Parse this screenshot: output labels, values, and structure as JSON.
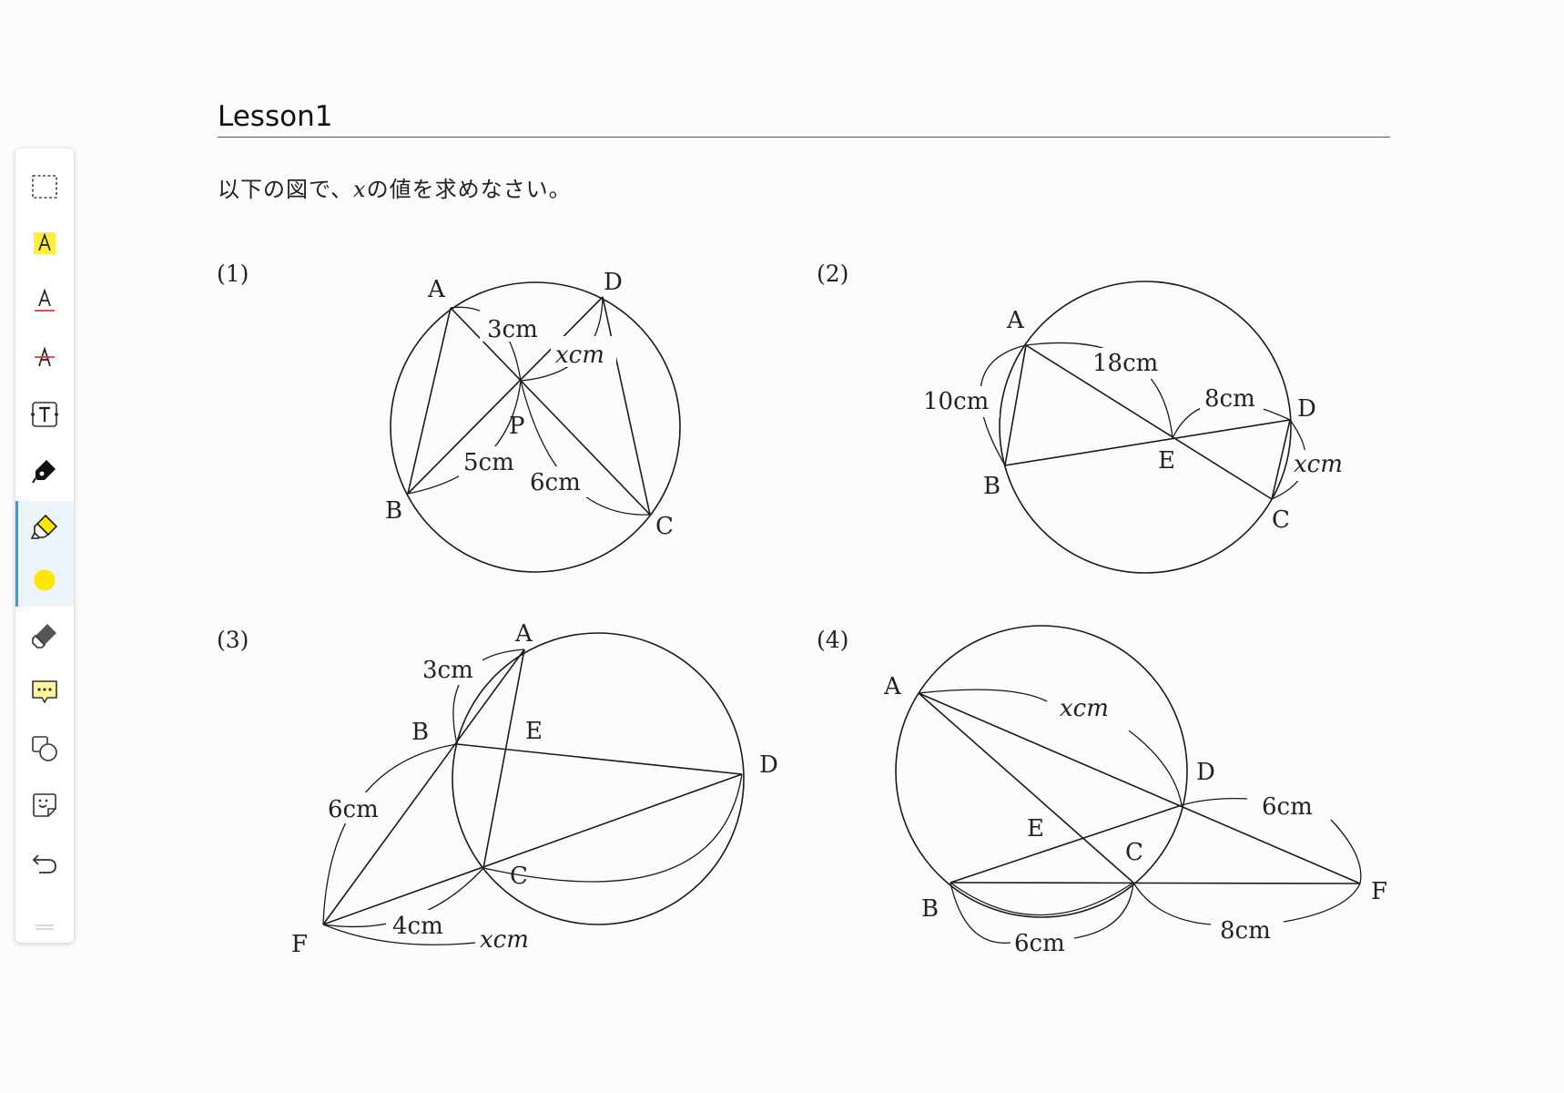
{
  "toolbar": {
    "tools": [
      {
        "name": "select-area",
        "icon": "dashed-rectangle-icon"
      },
      {
        "name": "highlight-text",
        "icon": "text-highlight-icon",
        "color": "#ffef3b"
      },
      {
        "name": "underline-text",
        "icon": "text-underline-icon",
        "color": "#e53935"
      },
      {
        "name": "strikethrough-text",
        "icon": "text-strikethrough-icon",
        "color": "#e53935"
      },
      {
        "name": "text-box",
        "icon": "text-box-icon"
      },
      {
        "name": "pen",
        "icon": "pen-icon"
      },
      {
        "name": "highlighter",
        "icon": "highlighter-icon",
        "active": true,
        "color": "#ffe600"
      },
      {
        "name": "color",
        "icon": "color-dot-icon",
        "color": "#ffe600"
      },
      {
        "name": "eraser",
        "icon": "eraser-icon"
      },
      {
        "name": "comment",
        "icon": "comment-icon",
        "color": "#fff59d"
      },
      {
        "name": "shapes",
        "icon": "shapes-icon"
      },
      {
        "name": "sticker",
        "icon": "sticker-icon"
      },
      {
        "name": "undo",
        "icon": "undo-icon"
      }
    ],
    "accent": "#2aa3e5"
  },
  "document": {
    "title": "Lesson1",
    "instruction_prefix": "以下の図で、",
    "instruction_var": "x",
    "instruction_suffix": "の値を求めなさい。",
    "problems": [
      {
        "label": "(1)",
        "points": {
          "A": "A",
          "B": "B",
          "C": "C",
          "D": "D",
          "P": "P"
        },
        "lengths": {
          "AP": "3cm",
          "DP": "xcm",
          "BP": "5cm",
          "CP": "6cm"
        }
      },
      {
        "label": "(2)",
        "points": {
          "A": "A",
          "B": "B",
          "C": "C",
          "D": "D",
          "E": "E"
        },
        "lengths": {
          "AB": "10cm",
          "AE": "18cm",
          "DE": "8cm",
          "DC": "xcm"
        }
      },
      {
        "label": "(3)",
        "points": {
          "A": "A",
          "B": "B",
          "C": "C",
          "D": "D",
          "E": "E",
          "F": "F"
        },
        "lengths": {
          "AB": "3cm",
          "BF": "6cm",
          "FC": "4cm",
          "CD": "xcm"
        }
      },
      {
        "label": "(4)",
        "points": {
          "A": "A",
          "B": "B",
          "C": "C",
          "D": "D",
          "E": "E",
          "F": "F"
        },
        "lengths": {
          "AD": "xcm",
          "DF": "6cm",
          "BC": "6cm",
          "CF": "8cm"
        }
      }
    ]
  }
}
